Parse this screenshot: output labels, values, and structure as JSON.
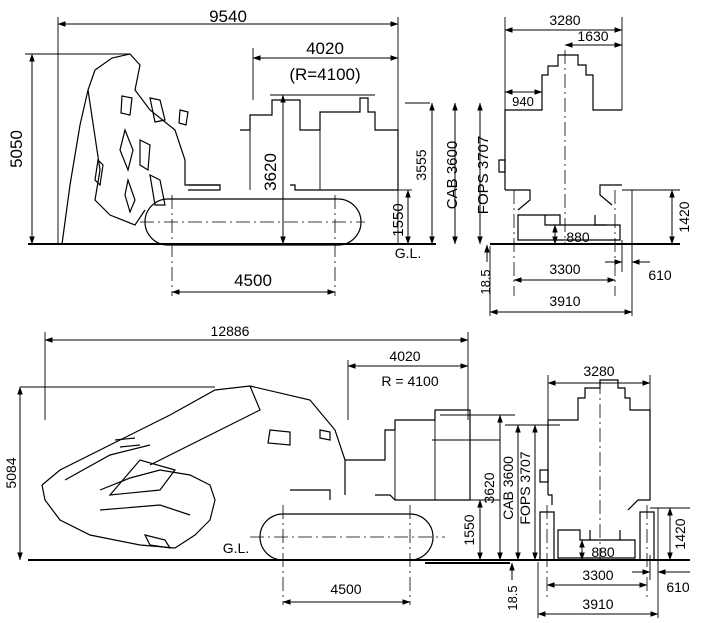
{
  "top": {
    "overall_length": "9540",
    "tail_length": "4020",
    "tail_radius": "(R=4100)",
    "overall_height": "5050",
    "height_3620": "3620",
    "height_3555": "3555",
    "clearance_1550": "1550",
    "ground_label": "G.L.",
    "tumbler_distance": "4500",
    "cab_height": "CAB 3600",
    "fops_height": "FOPS 3707",
    "upper_width": "3280",
    "upper_half_width": "1630",
    "cab_width": "940",
    "track_height": "1420",
    "ground_clearance": "880",
    "gauge": "3300",
    "shoe_width": "610",
    "track_overall_width": "3910",
    "depth": "18.5"
  },
  "bottom": {
    "overall_length": "12886",
    "tail_length": "4020",
    "tail_radius": "R = 4100",
    "overall_height": "5084",
    "height_3620": "3620",
    "clearance_1550": "1550",
    "ground_label": "G.L.",
    "tumbler_distance": "4500",
    "cab_height": "CAB 3600",
    "fops_height": "FOPS 3707",
    "upper_width": "3280",
    "track_height": "1420",
    "ground_clearance": "880",
    "gauge": "3300",
    "shoe_width": "610",
    "track_overall_width": "3910",
    "depth": "18.5"
  }
}
